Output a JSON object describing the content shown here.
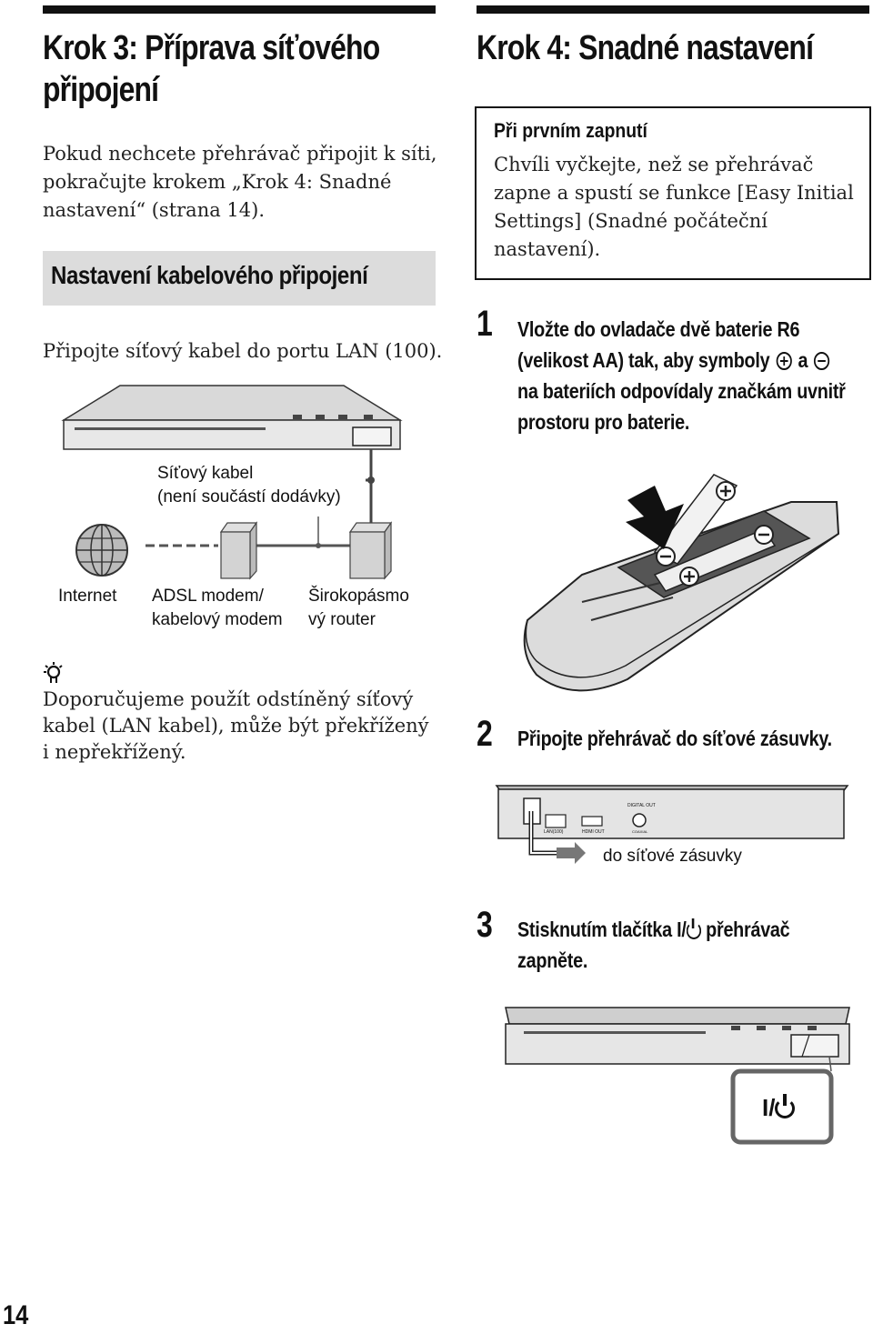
{
  "left": {
    "title_line1": "Krok 3: Příprava síťového",
    "title_line2": "připojení",
    "intro_line1": "Pokud nechcete přehrávač připojit k síti,",
    "intro_line2": "pokračujte krokem „Krok 4: Snadné",
    "intro_line3": "nastavení“ (strana 14).",
    "subhead": "Nastavení kabelového připojení",
    "connect_text": "Připojte síťový kabel do portu LAN (100).",
    "cable_label_line1": "Síťový kabel",
    "cable_label_line2": "(není součástí dodávky)",
    "internet_label": "Internet",
    "modem_label_line1": "ADSL modem/",
    "modem_label_line2": "kabelový modem",
    "router_label_line1": "Širokopásmo",
    "router_label_line2": "vý router",
    "tip_line1": "Doporučujeme použít odstíněný síťový",
    "tip_line2": "kabel (LAN kabel), může být překřížený",
    "tip_line3": "i nepřekřížený."
  },
  "right": {
    "title": "Krok 4: Snadné nastavení",
    "box_heading": "Při prvním zapnutí",
    "box_line1": "Chvíli vyčkejte, než se přehrávač",
    "box_line2": "zapne a spustí se funkce [Easy Initial",
    "box_line3": "Settings] (Snadné počáteční",
    "box_line4": "nastavení).",
    "step1_num": "1",
    "step1_line1": "Vložte do ovladače dvě baterie R6",
    "step1_line2a": "(velikost AA) tak, aby symboly",
    "step1_line2b": "a",
    "step1_line3": "na bateriích odpovídaly značkám uvnitř",
    "step1_line4": "prostoru pro baterie.",
    "step2_num": "2",
    "step2_text": "Připojte přehrávač do síťové zásuvky.",
    "outlet_label": "do síťové zásuvky",
    "rear_lan": "LAN(100)",
    "rear_hdmi": "HDMI OUT",
    "rear_digital": "DIGITAL OUT",
    "rear_coaxial": "COAXIAL",
    "step3_num": "3",
    "step3_line1a": "Stisknutím tlačítka",
    "step3_line1b": "přehrávač",
    "step3_line2": "zapněte.",
    "power_label": "I/"
  },
  "page_number": "14"
}
